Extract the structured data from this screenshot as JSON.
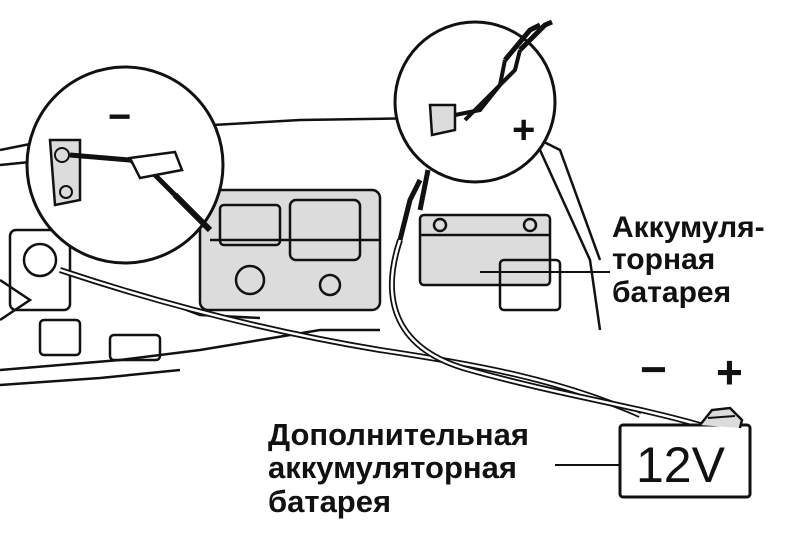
{
  "labels": {
    "main_battery": [
      "Аккумуля-",
      "торная",
      "батарея"
    ],
    "aux_battery": [
      "Дополнительная",
      "аккумуляторная",
      "батарея"
    ],
    "aux_battery_voltage": "12V",
    "negative_symbol": "−",
    "positive_symbol": "+"
  },
  "insets": {
    "left_clamp_sign": "−",
    "right_clamp_sign": "+"
  },
  "colors": {
    "ink": "#111111",
    "background": "#ffffff",
    "shade": "#dcdcdc"
  }
}
